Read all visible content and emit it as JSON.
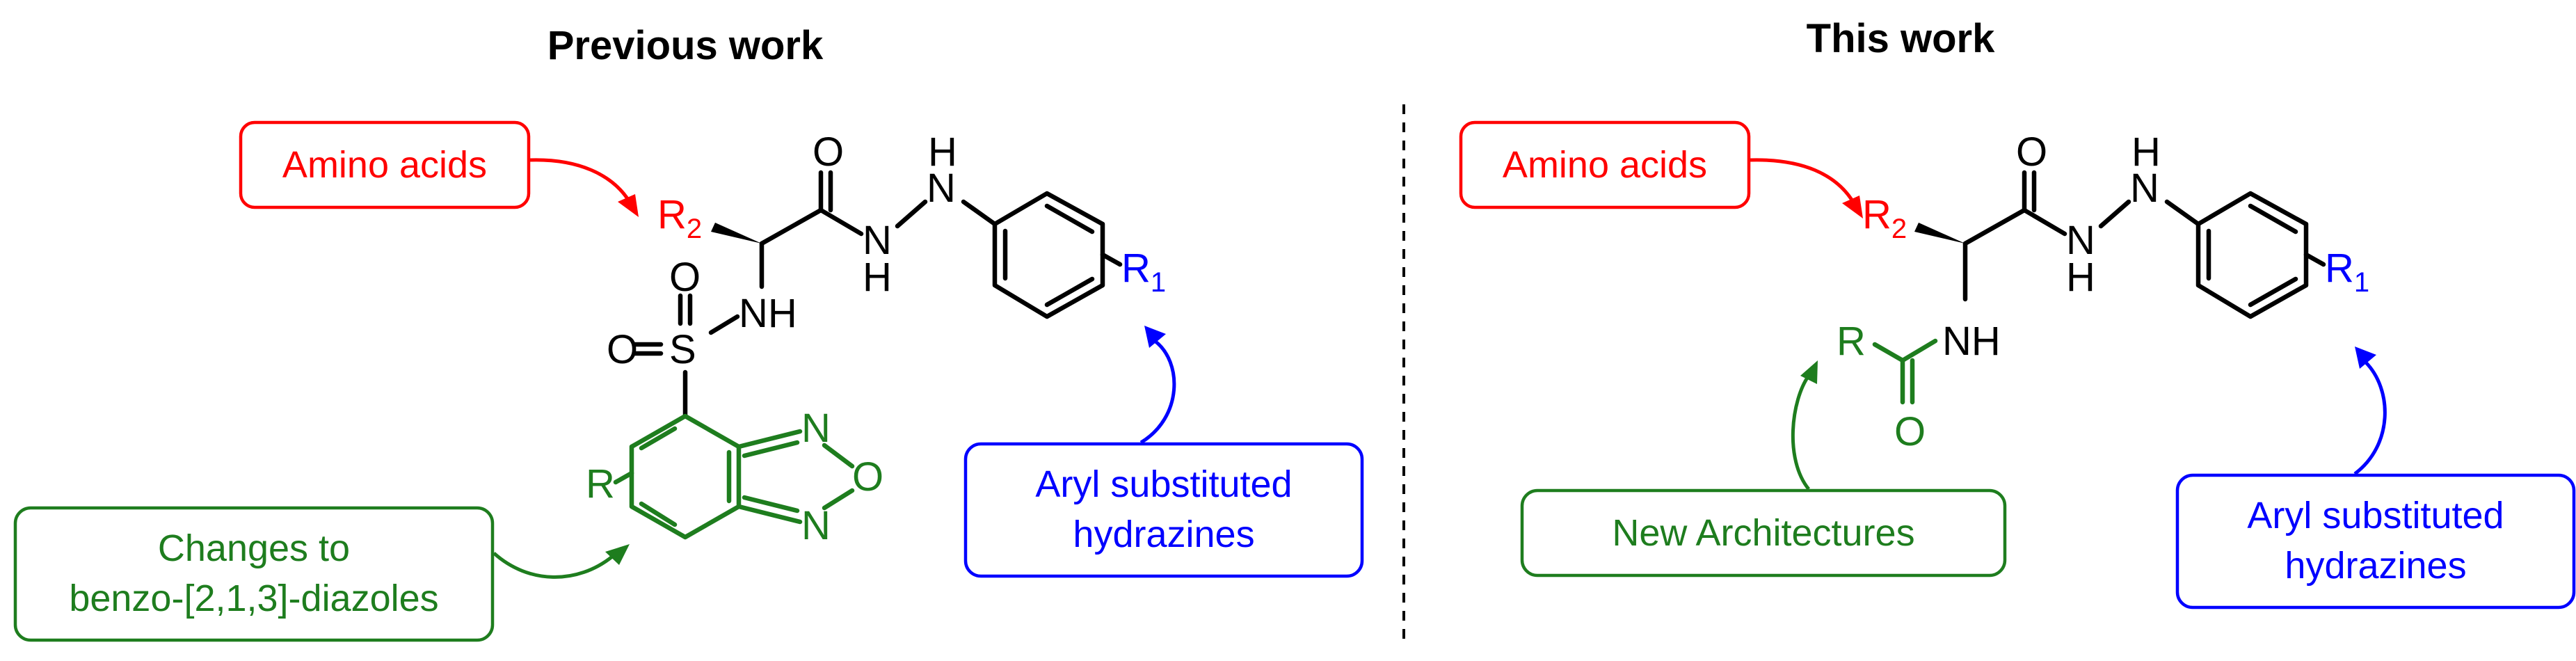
{
  "colors": {
    "red": "#ff0000",
    "green": "#1e7d1e",
    "blue": "#0000ff",
    "black": "#000000"
  },
  "previous": {
    "heading": "Previous work",
    "box_amino": "Amino acids",
    "box_changes_line1": "Changes to",
    "box_changes_line2": "benzo-[2,1,3]-diazoles",
    "box_aryl_line1": "Aryl substituted",
    "box_aryl_line2": "hydrazines",
    "atoms": {
      "R2_main": "R",
      "R2_sub": "2",
      "carbonyl_O": "O",
      "N1": "N",
      "N1_H": "H",
      "N2": "N",
      "N2_H": "H",
      "R1_main": "R",
      "R1_sub": "1",
      "NH": "NH",
      "S": "S",
      "SO_top": "O",
      "SO_left": "O",
      "R_ring": "R",
      "ring_N_top": "N",
      "ring_O": "O",
      "ring_N_bottom": "N"
    }
  },
  "current": {
    "heading": "This work",
    "box_amino": "Amino acids",
    "box_new": "New Architectures",
    "box_aryl_line1": "Aryl substituted",
    "box_aryl_line2": "hydrazines",
    "atoms": {
      "R2_main": "R",
      "R2_sub": "2",
      "carbonyl_O": "O",
      "N1": "N",
      "N1_H": "H",
      "N2": "N",
      "N2_H": "H",
      "R1_main": "R",
      "R1_sub": "1",
      "NH": "NH",
      "R_acyl": "R",
      "acyl_O": "O"
    }
  }
}
